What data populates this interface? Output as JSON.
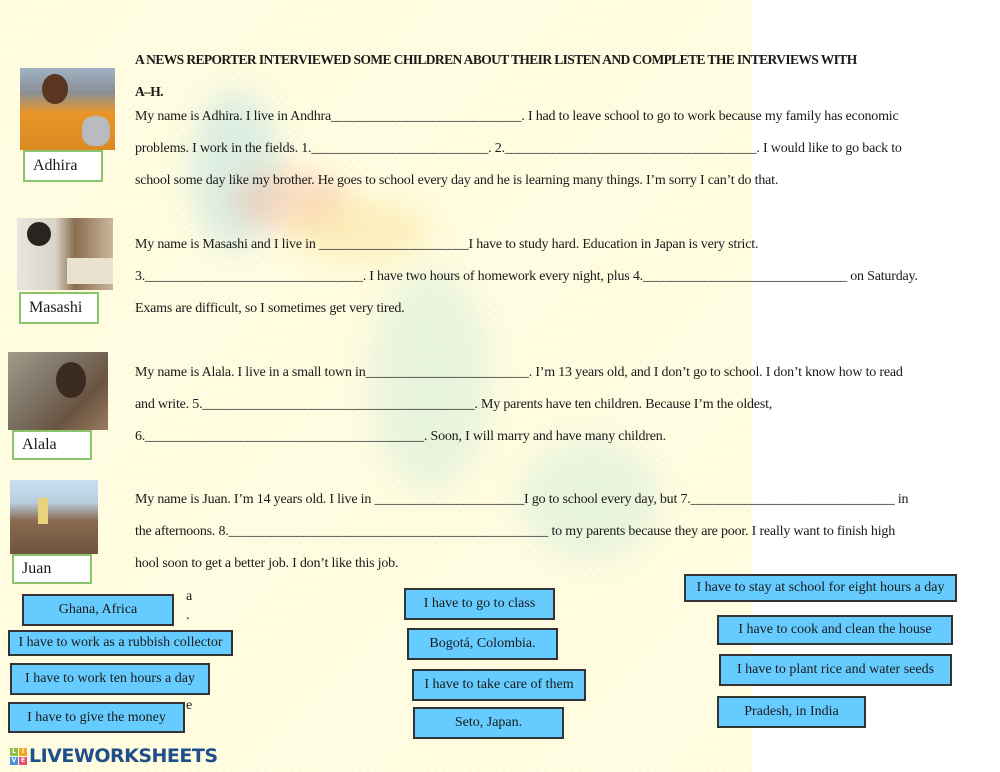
{
  "worksheet": {
    "title_line1": "A NEWS REPORTER INTERVIEWED SOME CHILDREN ABOUT THEIR LISTEN AND COMPLETE THE INTERVIEWS WITH",
    "title_line2": "A–H."
  },
  "children": [
    {
      "name": "Adhira",
      "lines": [
        "My name is Adhira. I live in Andhra____________________________. I had to leave school to go to work because my family has economic",
        "problems. I work in the fields. 1.__________________________. 2._____________________________________. I would like to go back to",
        "school some day like my brother. He goes to school every day and he is learning many things. I’m sorry I can’t do that."
      ]
    },
    {
      "name": "Masashi",
      "lines": [
        "My name is Masashi and I live in ______________________I have to study hard. Education in Japan is very strict.",
        "3.________________________________. I have two hours of homework every night, plus 4.______________________________ on Saturday.",
        "Exams are difficult, so I sometimes get very tired."
      ]
    },
    {
      "name": "Alala",
      "lines": [
        "My name is Alala. I live in a small town in________________________. I’m 13 years old, and I don’t  go to school. I don’t know how to read",
        "and write. 5.________________________________________.  My parents have ten children. Because I’m the oldest,",
        "6._________________________________________. Soon,  I will marry and have many children."
      ]
    },
    {
      "name": "Juan",
      "lines": [
        "My name is Juan. I’m 14 years old. I live in ______________________I go to school every day, but 7.______________________________ in",
        "the afternoons. 8._______________________________________________        to my parents because they are poor. I really want to finish high",
        "hool soon to get a better job. I don’t like this job."
      ]
    }
  ],
  "answer_chips": [
    "Ghana, Africa",
    "I have to work as a rubbish collector",
    "I have to work ten hours a day",
    "I have to give the money",
    "I have to go to class",
    "Bogotá, Colombia.",
    "I have to take care of them",
    "Seto, Japan.",
    "I have to stay at school for eight hours a day",
    "I have to cook and clean the house",
    "I have to plant rice and water seeds",
    "Pradesh, in India"
  ],
  "fragments": [
    "a",
    ".",
    "e"
  ],
  "branding": {
    "logo_text": "LIVEWORKSHEETS",
    "logo_letters": [
      "L",
      "I",
      "V",
      "E"
    ]
  },
  "colors": {
    "chip_fill": "#66ccff",
    "chip_border": "#333333",
    "namebox_border": "#8bc36a",
    "logo_blue": "#1f4e8c",
    "stripe_bg": "#fffbd6"
  }
}
